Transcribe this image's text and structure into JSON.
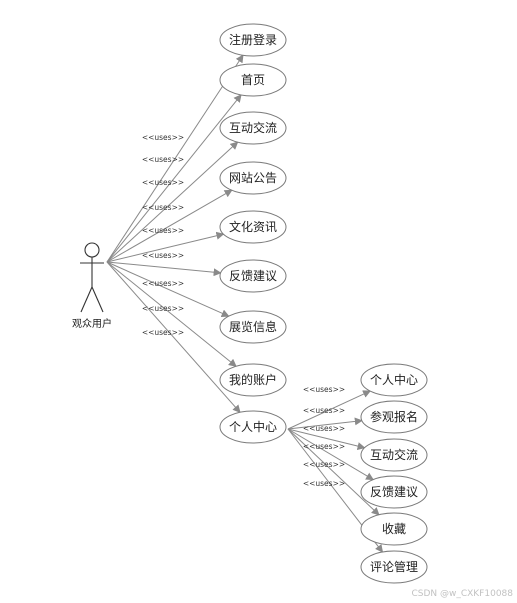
{
  "actor": {
    "label": "观众用户"
  },
  "stereotype": "<<uses>>",
  "use_cases": [
    "注册登录",
    "首页",
    "互动交流",
    "网站公告",
    "文化资讯",
    "反馈建议",
    "展览信息",
    "我的账户",
    "个人中心"
  ],
  "sub_use_cases": [
    "个人中心",
    "参观报名",
    "互动交流",
    "反馈建议",
    "收藏",
    "评论管理"
  ],
  "watermark": "CSDN @w_CXKF10088"
}
